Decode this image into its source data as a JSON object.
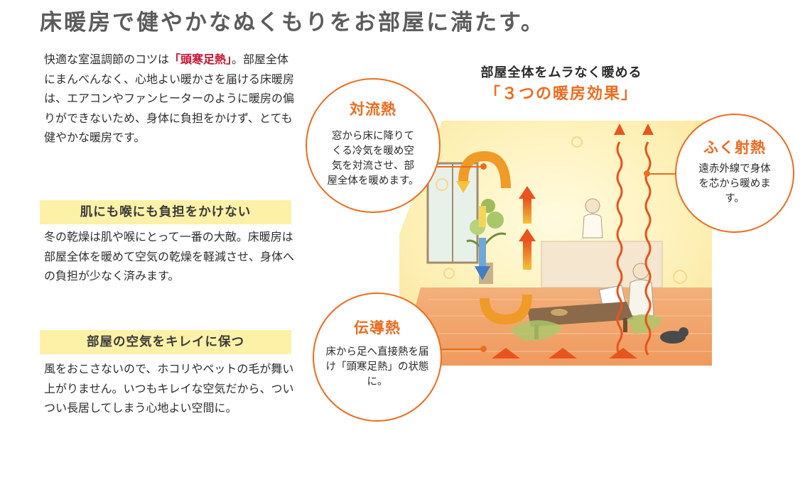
{
  "headline": "床暖房で健やかなぬくもりをお部屋に満たす。",
  "intro": {
    "lines_before": "快適な室温調節のコツは",
    "highlight": "「頭寒足熱」",
    "lines_after": "。部屋全体にまんべんなく、心地よい暖かさを届ける床暖房は、エアコンやファンヒーターのように暖房の偏りができないため、身体に負担をかけず、とても健やかな暖房です。"
  },
  "sections": [
    {
      "heading": "肌にも喉にも負担をかけない",
      "body": "冬の乾燥は肌や喉にとって一番の大敵。床暖房は部屋全体を暖めて空気の乾燥を軽減させ、身体への負担が少なく済みます。"
    },
    {
      "heading": "部屋の空気をキレイに保つ",
      "body": "風をおこさないので、ホコリやペットの毛が舞い上がりません。いつもキレイな空気だから、ついつい長居してしまう心地よい空間に。"
    }
  ],
  "diagram": {
    "title": "部屋全体をムラなく暖める",
    "subtitle": "「３つの暖房効果」",
    "effects": {
      "convection": {
        "title": "対流熱",
        "body": "窓から床に降りてくる冷気を暖め空気を対流させ、部屋全体を暖めます。"
      },
      "radiation": {
        "title": "ふく射熱",
        "body": "遠赤外線で身体を芯から暖めます。"
      },
      "conduction": {
        "title": "伝導熱",
        "body": "床から足へ直接熱を届け「頭寒足熱」の状態に。"
      }
    }
  },
  "colors": {
    "accent": "#ec6c1f",
    "highlight_red": "#c8102e",
    "subhead_bg": "#fdf1a8"
  }
}
